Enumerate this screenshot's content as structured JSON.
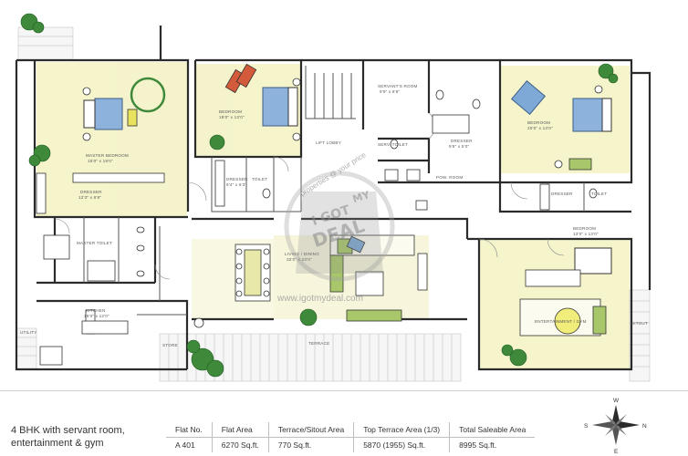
{
  "rooms": {
    "master_bedroom": "MASTER BEDROOM",
    "master_bedroom_dim": "15'0\" x 19'0\"",
    "dresser_1": "DRESSER",
    "dresser_1_dim": "12'3\" x 6'9\"",
    "bedroom_1": "BEDROOM",
    "bedroom_1_dim": "18'0\" x 13'0\"",
    "dresser_2": "DRESSER",
    "dresser_2_dim": "6'4\" x 6'3\"",
    "toilet_1": "TOILET",
    "lift_lobby": "LIFT LOBBY",
    "servant_room": "SERVANT'S ROOM",
    "servant_room_dim": "9'9\" x 8'9\"",
    "servant_toilet": "SERV. TOILET",
    "dresser_3": "DRESSER",
    "dresser_3_dim": "9'6\" x 5'0\"",
    "powder_room": "POW. ROOM",
    "bedroom_2": "BEDROOM",
    "bedroom_2_dim": "20'0\" x 13'0\"",
    "dresser_4": "DRESSER",
    "toilet_2": "TOILET",
    "bedroom_3": "BEDROOM",
    "bedroom_3_dim": "13'0\" x 13'0\"",
    "master_toilet": "MASTER TOILET",
    "living_dining": "LIVING / DINING",
    "living_dining_dim": "32'0\" x 23'0\"",
    "kitchen": "KITCHEN",
    "kitchen_dim": "15'0\" x 12'0\"",
    "store": "STORE",
    "utility": "UTILITY",
    "entertainment": "ENTERTAINMENT / GYM",
    "terrace": "TERRACE",
    "sitout": "SITOUT"
  },
  "watermark": {
    "line1": "I GOT",
    "line2": "MY",
    "line3": "DEAL",
    "tagline": "properties @ your price",
    "url": "www.igotmydeal.com"
  },
  "caption": {
    "line1": "4 BHK with servant room,",
    "line2": "entertainment & gym"
  },
  "table": {
    "headers": [
      "Flat No.",
      "Flat Area",
      "Terrace/Sitout Area",
      "Top Terrace Area (1/3)",
      "Total Saleable Area"
    ],
    "values": [
      "A 401",
      "6270 Sq.ft.",
      "770 Sq.ft.",
      "5870 (1955) Sq.ft.",
      "8995 Sq.ft."
    ]
  },
  "compass": {
    "n": "N",
    "s": "S",
    "e": "E",
    "w": "W"
  },
  "colors": {
    "wall": "#2b2b2b",
    "wash": "#f2f2bf",
    "plant": "#3f8a3a",
    "bed_blue": "#7ea9d6",
    "sofa_green": "#a7c76a"
  }
}
